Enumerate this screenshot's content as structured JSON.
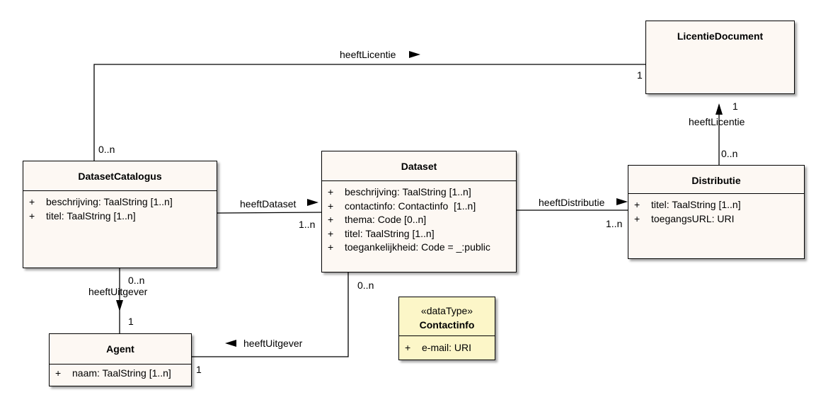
{
  "classes": {
    "licentie": {
      "name": "LicentieDocument"
    },
    "catalogus": {
      "name": "DatasetCatalogus",
      "attributes": [
        {
          "vis": "+",
          "text": "beschrijving: TaalString [1..n]"
        },
        {
          "vis": "+",
          "text": "titel: TaalString [1..n]"
        }
      ]
    },
    "dataset": {
      "name": "Dataset",
      "attributes": [
        {
          "vis": "+",
          "text": "beschrijving: TaalString [1..n]"
        },
        {
          "vis": "+",
          "text": "contactinfo: Contactinfo  [1..n]"
        },
        {
          "vis": "+",
          "text": "thema: Code [0..n]"
        },
        {
          "vis": "+",
          "text": "titel: TaalString [1..n]"
        },
        {
          "vis": "+",
          "text": "toegankelijkheid: Code = _:public"
        }
      ]
    },
    "distributie": {
      "name": "Distributie",
      "attributes": [
        {
          "vis": "+",
          "text": "titel: TaalString [1..n]"
        },
        {
          "vis": "+",
          "text": "toegangsURL: URI"
        }
      ]
    },
    "agent": {
      "name": "Agent",
      "attributes": [
        {
          "vis": "+",
          "text": "naam: TaalString [1..n]"
        }
      ]
    },
    "contactinfo": {
      "stereotype": "«dataType»",
      "name": "Contactinfo",
      "attributes": [
        {
          "vis": "+",
          "text": "e-mail: URI"
        }
      ]
    }
  },
  "associations": {
    "top_licentie": {
      "name": "heeftLicentie",
      "mult_source": "0..n",
      "mult_target": "1"
    },
    "dist_licentie": {
      "name": "heeftLicentie",
      "mult_source": "0..n",
      "mult_target": "1"
    },
    "dataset": {
      "name": "heeftDataset",
      "mult_target": "1..n"
    },
    "distributie": {
      "name": "heeftDistributie",
      "mult_target": "1..n"
    },
    "cat_uitgever": {
      "name": "heeftUitgever",
      "mult_source": "0..n",
      "mult_target": "1"
    },
    "ds_uitgever": {
      "name": "heeftUitgever",
      "mult_source": "0..n",
      "mult_target": "1"
    }
  },
  "colors": {
    "class_fill": "#fdf8f3",
    "datatype_fill": "#fcf6c8",
    "line": "#000000"
  }
}
